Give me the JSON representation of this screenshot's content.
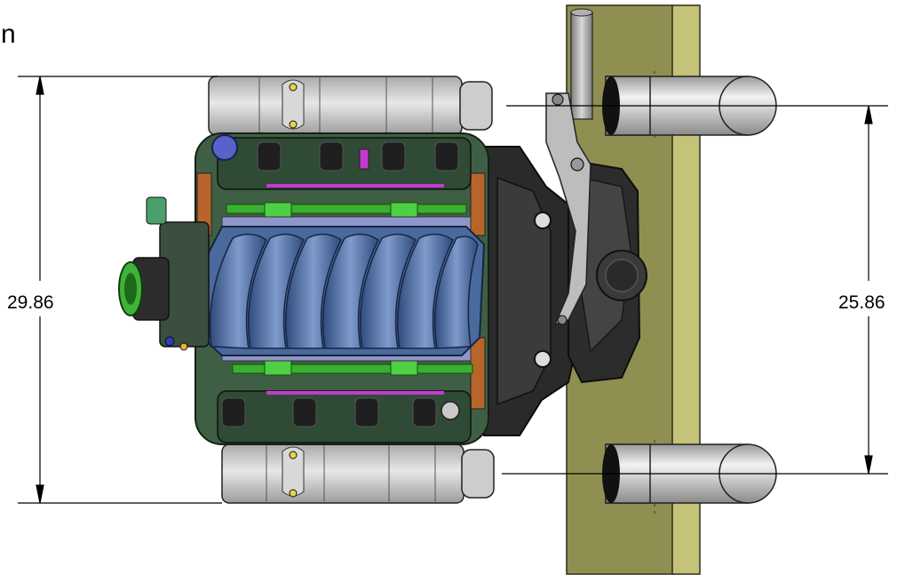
{
  "corner_fragment": "n",
  "dimensions": {
    "left": "29.86",
    "right": "25.86"
  },
  "colors": {
    "intake_blue": "#4a6a9e",
    "block_green": "#3f5f44",
    "rail_green": "#38b12f",
    "mount_black": "#2a2a2a",
    "exhaust_gray": "#c9c9c9",
    "plate_dark": "#8f8f52",
    "plate_light": "#c5c27a",
    "shaft_gray": "#cfcfcf",
    "accent_magenta": "#c13bd3",
    "header_orange": "#b8652b"
  }
}
